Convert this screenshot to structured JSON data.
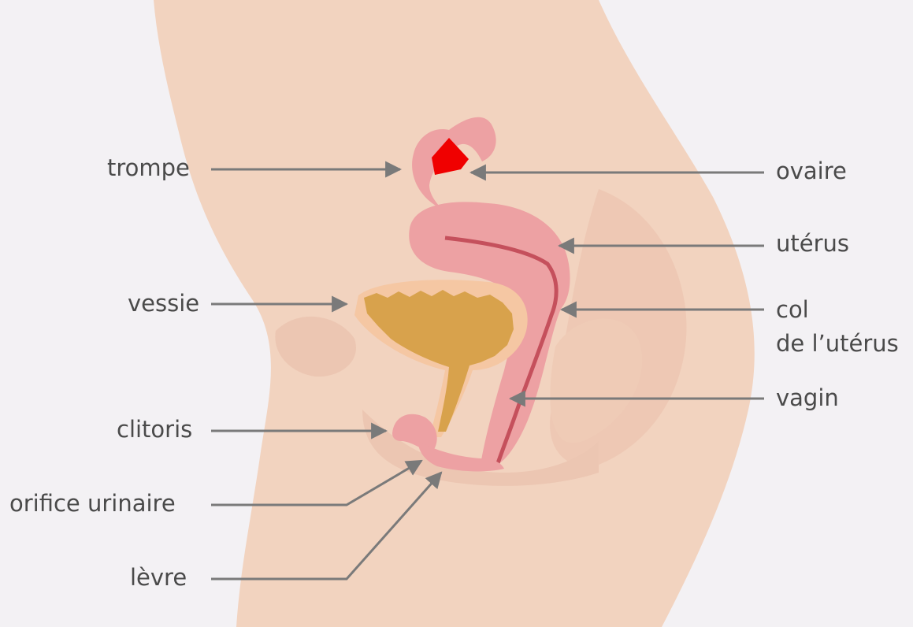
{
  "diagram": {
    "left_labels": {
      "trompe": "trompe",
      "vessie": "vessie",
      "clitoris": "clitoris",
      "orifice_urinaire": "orifice urinaire",
      "levre": "lèvre"
    },
    "right_labels": {
      "ovaire": "ovaire",
      "uterus": "utérus",
      "col_line1": "col",
      "col_line2": "de l’utérus",
      "vagin": "vagin"
    },
    "colors": {
      "background": "#f3f1f4",
      "skin": "#f2d3bf",
      "organ_pink": "#eda1a3",
      "organ_dark": "#c5505c",
      "bladder": "#d8a24c",
      "highlight": "#f00000",
      "arrow": "#7a7a7a",
      "label_text": "#4a4a4a"
    }
  }
}
